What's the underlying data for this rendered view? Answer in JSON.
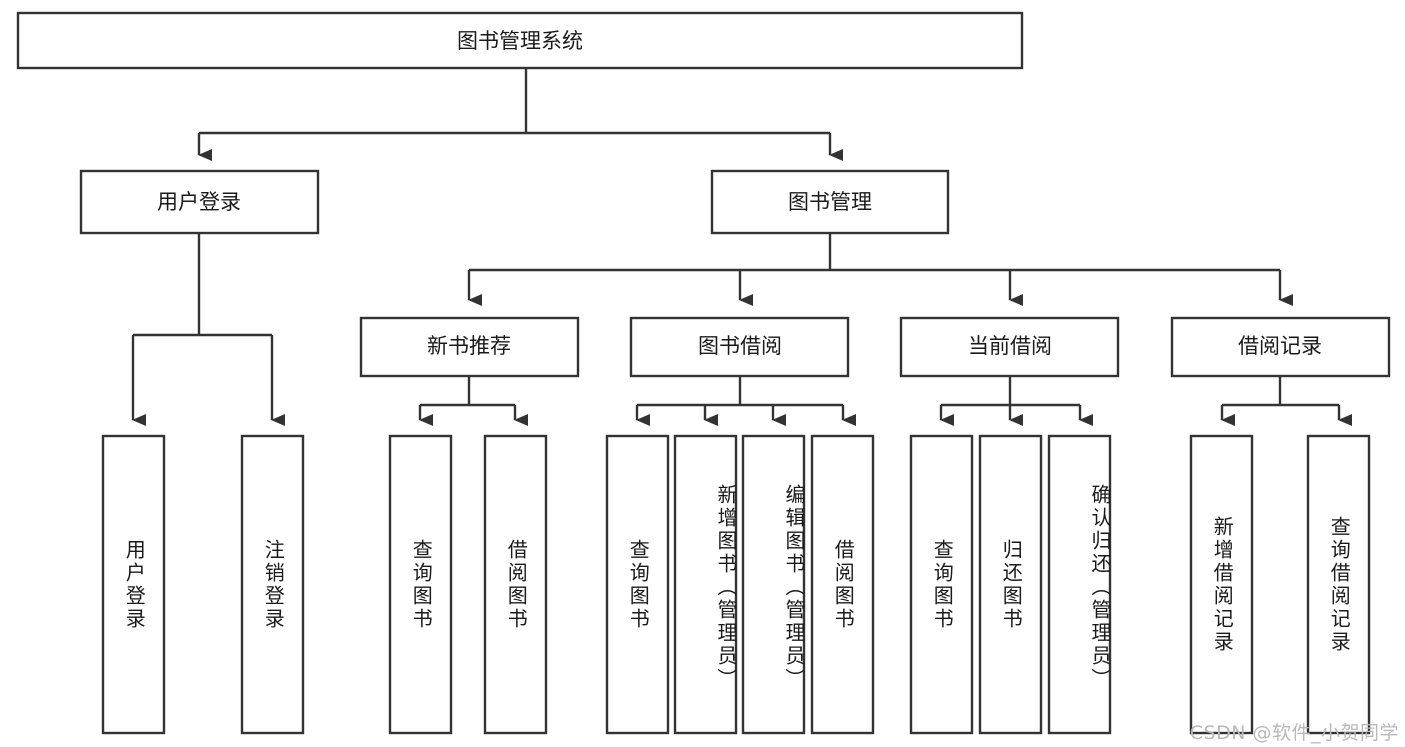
{
  "diagram": {
    "type": "tree",
    "title": "图书管理系统",
    "watermark": "CSDN @软件_小贺同学",
    "levels": {
      "root": {
        "label": "图书管理系统"
      },
      "level2": [
        {
          "id": "user-login",
          "label": "用户登录"
        },
        {
          "id": "book-manage",
          "label": "图书管理"
        }
      ],
      "level3": [
        {
          "id": "new-book-recommend",
          "label": "新书推荐",
          "parent": "book-manage"
        },
        {
          "id": "book-borrow",
          "label": "图书借阅",
          "parent": "book-manage"
        },
        {
          "id": "current-borrow",
          "label": "当前借阅",
          "parent": "book-manage"
        },
        {
          "id": "borrow-record",
          "label": "借阅记录",
          "parent": "book-manage"
        }
      ],
      "leaves": [
        {
          "id": "leaf-user-login",
          "label": "用户登录",
          "parent": "user-login"
        },
        {
          "id": "leaf-logout-login",
          "label": "注销登录",
          "parent": "user-login"
        },
        {
          "id": "leaf-query-book-1",
          "label": "查询图书",
          "parent": "new-book-recommend"
        },
        {
          "id": "leaf-borrow-book-1",
          "label": "借阅图书",
          "parent": "new-book-recommend"
        },
        {
          "id": "leaf-query-book-2",
          "label": "查询图书",
          "parent": "book-borrow"
        },
        {
          "id": "leaf-add-book",
          "label": "新增图书（管理员）",
          "parent": "book-borrow"
        },
        {
          "id": "leaf-edit-book",
          "label": "编辑图书（管理员）",
          "parent": "book-borrow"
        },
        {
          "id": "leaf-borrow-book-2",
          "label": "借阅图书",
          "parent": "book-borrow"
        },
        {
          "id": "leaf-query-book-3",
          "label": "查询图书",
          "parent": "current-borrow"
        },
        {
          "id": "leaf-return-book",
          "label": "归还图书",
          "parent": "current-borrow"
        },
        {
          "id": "leaf-confirm-return",
          "label": "确认归还（管理员）",
          "parent": "current-borrow"
        },
        {
          "id": "leaf-add-record",
          "label": "新增借阅记录",
          "parent": "borrow-record"
        },
        {
          "id": "leaf-query-record",
          "label": "查询借阅记录",
          "parent": "borrow-record"
        }
      ]
    },
    "colors": {
      "box_stroke": "#333333",
      "box_fill": "#ffffff",
      "text": "#1a1a1a",
      "background": "#ffffff",
      "watermark": "#b9b9b9"
    }
  }
}
